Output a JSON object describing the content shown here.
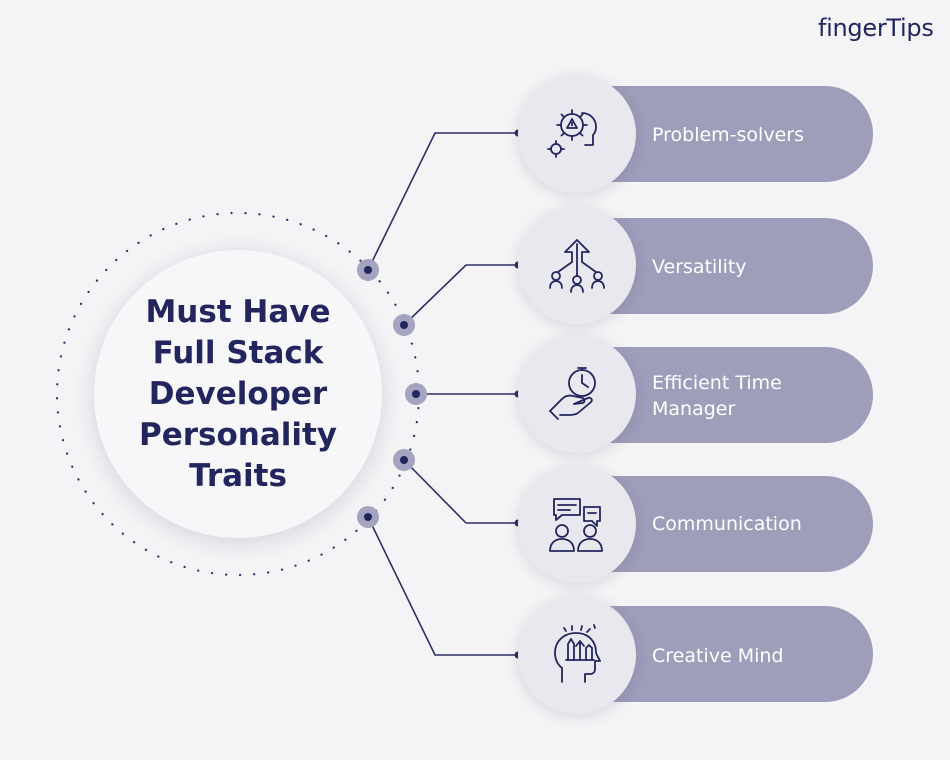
{
  "brand": {
    "logo": "fingerTips"
  },
  "center": {
    "title": "Must Have Full Stack Developer Personality Traits"
  },
  "traits": [
    {
      "label": "Problem-solvers",
      "icon": "brain-gear-alert-icon"
    },
    {
      "label": "Versatility",
      "icon": "branching-people-icon"
    },
    {
      "label": "Efficient Time Manager",
      "icon": "hand-clock-icon"
    },
    {
      "label": "Communication",
      "icon": "chat-people-icon"
    },
    {
      "label": "Creative Mind",
      "icon": "creative-head-icon"
    }
  ],
  "colors": {
    "navy": "#23255e",
    "pill": "#9e9ebb",
    "icon_bg": "#e8e8ee",
    "background": "#f4f4f6"
  }
}
